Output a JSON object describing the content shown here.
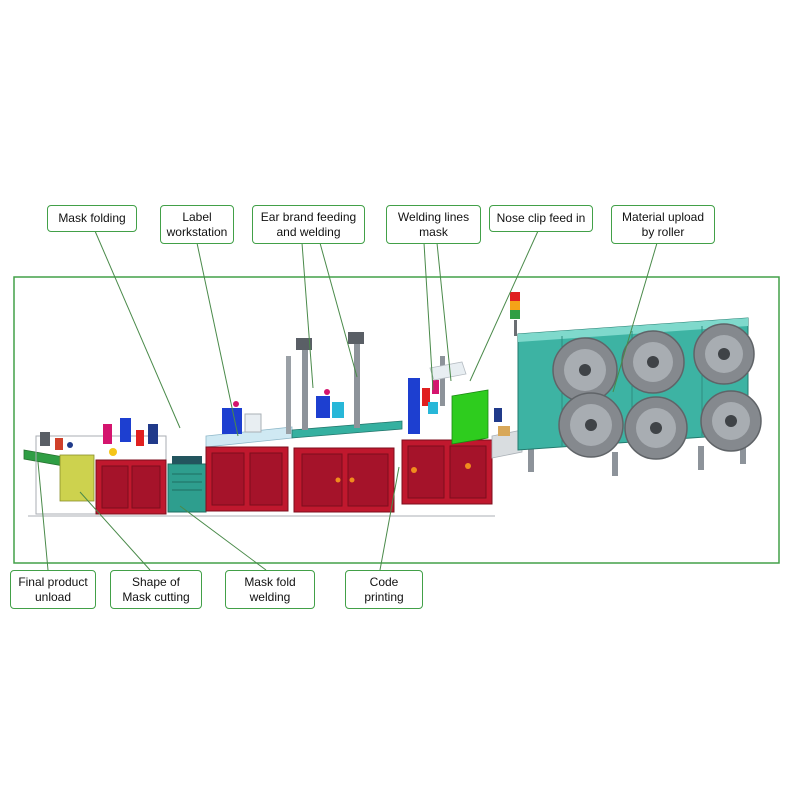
{
  "colors": {
    "callout_border": "#42a048",
    "frame_border": "#42a048",
    "leader_line": "#4a8a4a",
    "machine_red": "#c0182e",
    "machine_dark_red": "#a5132a",
    "machine_teal": "#3db3a3",
    "conveyor_green": "#2f9e44",
    "roller_gray": "#85898e",
    "bright_green_panel": "#2ecc1e"
  },
  "callouts": {
    "top": [
      {
        "label": "Mask folding"
      },
      {
        "label": "Label workstation"
      },
      {
        "label": "Ear brand feeding and welding"
      },
      {
        "label": "Welding  lines mask"
      },
      {
        "label": "Nose clip feed in"
      },
      {
        "label": "Material upload by roller"
      }
    ],
    "bottom": [
      {
        "label": "Final product unload"
      },
      {
        "label": "Shape of Mask cutting"
      },
      {
        "label": "Mask fold welding"
      },
      {
        "label": "Code printing"
      }
    ]
  }
}
